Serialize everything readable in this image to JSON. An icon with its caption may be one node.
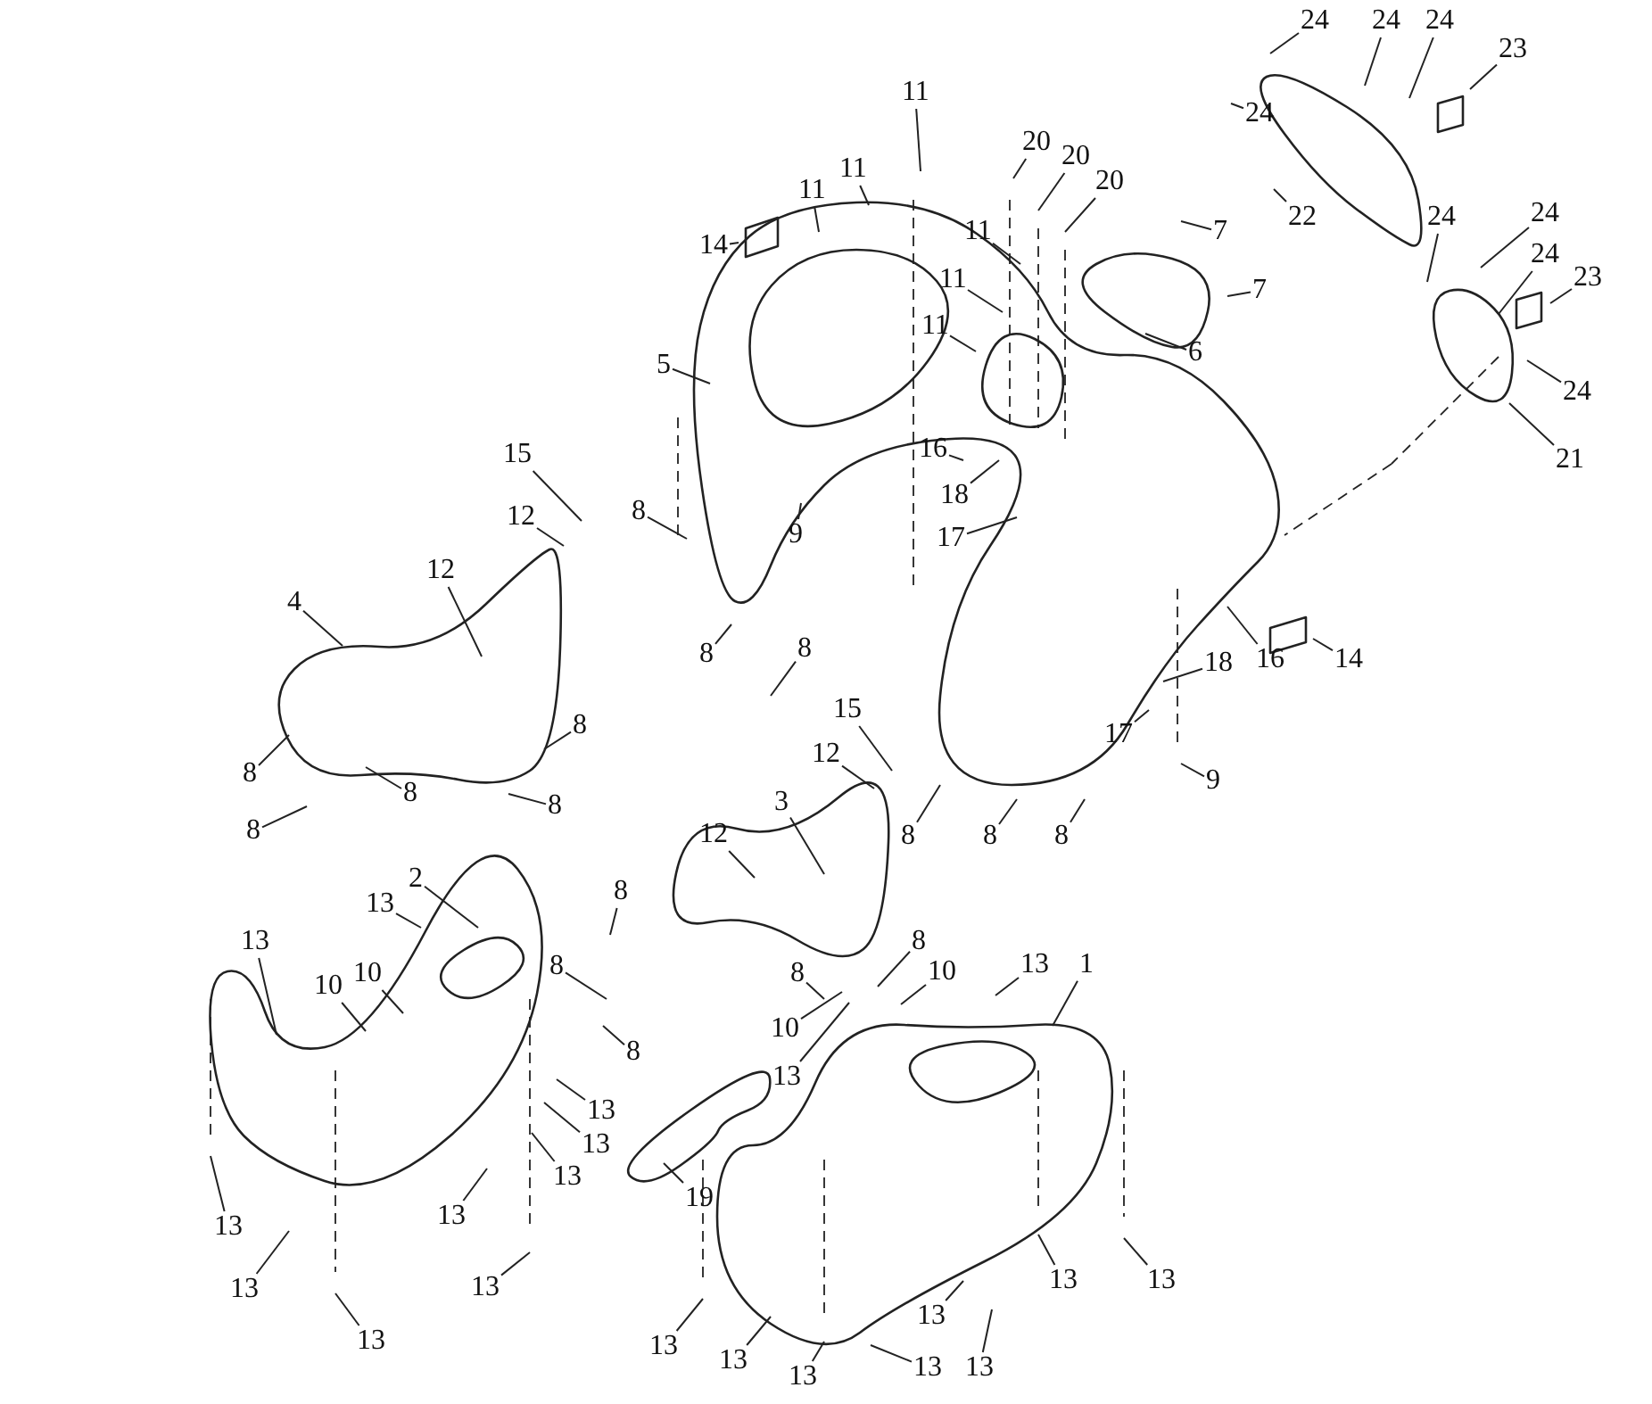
{
  "diagram": {
    "nodes": [
      {
        "text": [
          "24"
        ]
      },
      {
        "text": [
          "24"
        ]
      },
      {
        "text": [
          "24"
        ]
      },
      {
        "text": [
          "23"
        ]
      },
      {
        "text": [
          "11"
        ]
      },
      {
        "text": [
          "20"
        ]
      },
      {
        "text": [
          "24"
        ]
      },
      {
        "text": [
          "11"
        ]
      },
      {
        "text": [
          "20"
        ]
      },
      {
        "text": [
          "11"
        ]
      },
      {
        "text": [
          "20"
        ]
      },
      {
        "text": [
          "22"
        ]
      },
      {
        "text": [
          "24"
        ]
      },
      {
        "text": [
          "24"
        ]
      },
      {
        "text": [
          "7"
        ]
      },
      {
        "text": [
          "14"
        ]
      },
      {
        "text": [
          "24"
        ]
      },
      {
        "text": [
          "11"
        ]
      },
      {
        "text": [
          "23"
        ]
      },
      {
        "text": [
          "11"
        ]
      },
      {
        "text": [
          "7"
        ]
      },
      {
        "text": [
          "11"
        ]
      },
      {
        "text": [
          "6"
        ]
      },
      {
        "text": [
          "5"
        ]
      },
      {
        "text": [
          "24"
        ]
      },
      {
        "text": [
          "16"
        ]
      },
      {
        "text": [
          "21"
        ]
      },
      {
        "text": [
          "15"
        ]
      },
      {
        "text": [
          "18"
        ]
      },
      {
        "text": [
          "8"
        ]
      },
      {
        "text": [
          "12"
        ]
      },
      {
        "text": [
          "9"
        ]
      },
      {
        "text": [
          "17"
        ]
      },
      {
        "text": [
          "12"
        ]
      },
      {
        "text": [
          "4"
        ]
      },
      {
        "text": [
          "8"
        ]
      },
      {
        "text": [
          "8"
        ]
      },
      {
        "text": [
          "18"
        ]
      },
      {
        "text": [
          "16"
        ]
      },
      {
        "text": [
          "14"
        ]
      },
      {
        "text": [
          "8"
        ]
      },
      {
        "text": [
          "15"
        ]
      },
      {
        "text": [
          "17"
        ]
      },
      {
        "text": [
          "12"
        ]
      },
      {
        "text": [
          "9"
        ]
      },
      {
        "text": [
          "8"
        ]
      },
      {
        "text": [
          "8"
        ]
      },
      {
        "text": [
          "3"
        ]
      },
      {
        "text": [
          "8"
        ]
      },
      {
        "text": [
          "8"
        ]
      },
      {
        "text": [
          "12"
        ]
      },
      {
        "text": [
          "8"
        ]
      },
      {
        "text": [
          "8"
        ]
      },
      {
        "text": [
          "8"
        ]
      },
      {
        "text": [
          "2"
        ]
      },
      {
        "text": [
          "8"
        ]
      },
      {
        "text": [
          "13"
        ]
      },
      {
        "text": [
          "13"
        ]
      },
      {
        "text": [
          "8"
        ]
      },
      {
        "text": [
          "8"
        ]
      },
      {
        "text": [
          "8"
        ]
      },
      {
        "text": [
          "10"
        ]
      },
      {
        "text": [
          "10"
        ]
      },
      {
        "text": [
          "10"
        ]
      },
      {
        "text": [
          "13"
        ]
      },
      {
        "text": [
          "1"
        ]
      },
      {
        "text": [
          "8"
        ]
      },
      {
        "text": [
          "10"
        ]
      },
      {
        "text": [
          "13"
        ]
      },
      {
        "text": [
          "13"
        ]
      },
      {
        "text": [
          "13"
        ]
      },
      {
        "text": [
          "13"
        ]
      },
      {
        "text": [
          "19"
        ]
      },
      {
        "text": [
          "13"
        ]
      },
      {
        "text": [
          "13"
        ]
      },
      {
        "text": [
          "13"
        ]
      },
      {
        "text": [
          "13"
        ]
      },
      {
        "text": [
          "13"
        ]
      },
      {
        "text": [
          "13"
        ]
      },
      {
        "text": [
          "13"
        ]
      },
      {
        "text": [
          "13"
        ]
      },
      {
        "text": [
          "13"
        ]
      },
      {
        "text": [
          "13"
        ]
      },
      {
        "text": [
          "13"
        ]
      },
      {
        "text": [
          "13"
        ]
      },
      {
        "text": [
          "13"
        ]
      }
    ],
    "edges": [
      {
        "from": 0,
        "to": null,
        "arrow": "none"
      },
      {
        "from": 1,
        "to": null,
        "arrow": "none"
      },
      {
        "from": 2,
        "to": null,
        "arrow": "none"
      },
      {
        "from": 3,
        "to": null,
        "arrow": "none"
      },
      {
        "from": 4,
        "to": null,
        "arrow": "none"
      },
      {
        "from": 5,
        "to": null,
        "arrow": "none"
      },
      {
        "from": 6,
        "to": null,
        "arrow": "none"
      },
      {
        "from": 7,
        "to": null,
        "arrow": "none"
      },
      {
        "from": 8,
        "to": null,
        "arrow": "none"
      },
      {
        "from": 9,
        "to": null,
        "arrow": "none"
      },
      {
        "from": 10,
        "to": null,
        "arrow": "none"
      },
      {
        "from": 11,
        "to": null,
        "arrow": "none"
      },
      {
        "from": 12,
        "to": null,
        "arrow": "none"
      },
      {
        "from": 13,
        "to": null,
        "arrow": "none"
      },
      {
        "from": 14,
        "to": null,
        "arrow": "none"
      },
      {
        "from": 15,
        "to": null,
        "arrow": "none"
      },
      {
        "from": 16,
        "to": null,
        "arrow": "none"
      },
      {
        "from": 17,
        "to": null,
        "arrow": "none"
      },
      {
        "from": 18,
        "to": null,
        "arrow": "none"
      },
      {
        "from": 19,
        "to": null,
        "arrow": "none"
      },
      {
        "from": 20,
        "to": null,
        "arrow": "none"
      },
      {
        "from": 21,
        "to": null,
        "arrow": "none"
      },
      {
        "from": 22,
        "to": null,
        "arrow": "none"
      },
      {
        "from": 23,
        "to": null,
        "arrow": "none"
      },
      {
        "from": 24,
        "to": null,
        "arrow": "none"
      },
      {
        "from": 25,
        "to": null,
        "arrow": "none"
      },
      {
        "from": 26,
        "to": null,
        "arrow": "none"
      },
      {
        "from": 27,
        "to": null,
        "arrow": "none"
      },
      {
        "from": 28,
        "to": null,
        "arrow": "none"
      },
      {
        "from": 29,
        "to": null,
        "arrow": "none"
      },
      {
        "from": 30,
        "to": null,
        "arrow": "none"
      },
      {
        "from": 31,
        "to": null,
        "arrow": "none"
      },
      {
        "from": 32,
        "to": null,
        "arrow": "none"
      },
      {
        "from": 33,
        "to": null,
        "arrow": "none"
      },
      {
        "from": 34,
        "to": null,
        "arrow": "none"
      },
      {
        "from": 35,
        "to": null,
        "arrow": "none"
      },
      {
        "from": 36,
        "to": null,
        "arrow": "none"
      },
      {
        "from": 37,
        "to": null,
        "arrow": "none"
      },
      {
        "from": 38,
        "to": null,
        "arrow": "none"
      },
      {
        "from": 39,
        "to": null,
        "arrow": "none"
      },
      {
        "from": 40,
        "to": null,
        "arrow": "none"
      },
      {
        "from": 41,
        "to": null,
        "arrow": "none"
      },
      {
        "from": 42,
        "to": null,
        "arrow": "none"
      },
      {
        "from": 43,
        "to": null,
        "arrow": "none"
      },
      {
        "from": 44,
        "to": null,
        "arrow": "none"
      },
      {
        "from": 45,
        "to": null,
        "arrow": "none"
      },
      {
        "from": 46,
        "to": null,
        "arrow": "none"
      },
      {
        "from": 47,
        "to": null,
        "arrow": "none"
      },
      {
        "from": 48,
        "to": null,
        "arrow": "none"
      },
      {
        "from": 49,
        "to": null,
        "arrow": "none"
      },
      {
        "from": 50,
        "to": null,
        "arrow": "none"
      },
      {
        "from": 51,
        "to": null,
        "arrow": "none"
      },
      {
        "from": 52,
        "to": null,
        "arrow": "none"
      },
      {
        "from": 53,
        "to": null,
        "arrow": "none"
      },
      {
        "from": 54,
        "to": null,
        "arrow": "none"
      },
      {
        "from": 55,
        "to": null,
        "arrow": "none"
      },
      {
        "from": 56,
        "to": null,
        "arrow": "none"
      },
      {
        "from": 57,
        "to": null,
        "arrow": "none"
      },
      {
        "from": 58,
        "to": null,
        "arrow": "none"
      },
      {
        "from": 59,
        "to": null,
        "arrow": "none"
      },
      {
        "from": 60,
        "to": null,
        "arrow": "none"
      },
      {
        "from": 61,
        "to": null,
        "arrow": "none"
      },
      {
        "from": 62,
        "to": null,
        "arrow": "none"
      },
      {
        "from": 63,
        "to": null,
        "arrow": "none"
      },
      {
        "from": 64,
        "to": null,
        "arrow": "none"
      },
      {
        "from": 65,
        "to": null,
        "arrow": "none"
      },
      {
        "from": 66,
        "to": null,
        "arrow": "none"
      },
      {
        "from": 67,
        "to": null,
        "arrow": "none"
      },
      {
        "from": 68,
        "to": null,
        "arrow": "none"
      },
      {
        "from": 69,
        "to": null,
        "arrow": "none"
      },
      {
        "from": 70,
        "to": null,
        "arrow": "none"
      },
      {
        "from": 71,
        "to": null,
        "arrow": "none"
      },
      {
        "from": 72,
        "to": null,
        "arrow": "none"
      },
      {
        "from": 73,
        "to": null,
        "arrow": "none"
      },
      {
        "from": 74,
        "to": null,
        "arrow": "none"
      },
      {
        "from": 75,
        "to": null,
        "arrow": "none"
      },
      {
        "from": 76,
        "to": null,
        "arrow": "none"
      },
      {
        "from": 77,
        "to": null,
        "arrow": "none"
      },
      {
        "from": 78,
        "to": null,
        "arrow": "none"
      },
      {
        "from": 79,
        "to": null,
        "arrow": "none"
      },
      {
        "from": 80,
        "to": null,
        "arrow": "none"
      },
      {
        "from": 81,
        "to": null,
        "arrow": "none"
      },
      {
        "from": 82,
        "to": null,
        "arrow": "none"
      },
      {
        "from": 83,
        "to": null,
        "arrow": "none"
      },
      {
        "from": 84,
        "to": null,
        "arrow": "none"
      },
      {
        "from": 85,
        "to": null,
        "arrow": "none"
      }
    ]
  }
}
